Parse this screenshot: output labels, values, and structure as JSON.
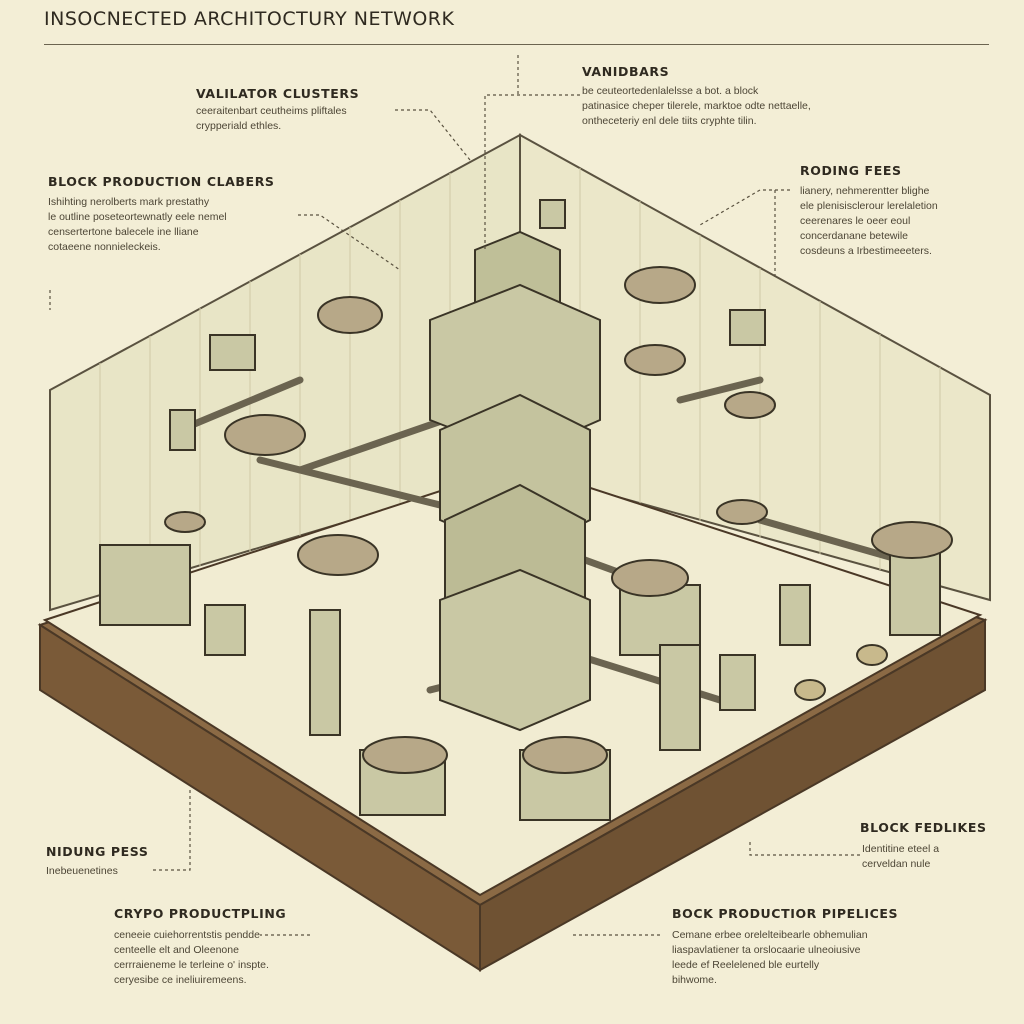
{
  "title": "INSOCNECTED ARCHITOCTURY NETWORK",
  "labels": {
    "validator": {
      "heading": "VALILATOR CLUSTERS",
      "lines": [
        "ceeraitenbart ceutheims pliftales",
        "crypperiald ethles."
      ]
    },
    "vanidbars": {
      "heading": "VANIDBARS",
      "lines": [
        "be ceuteortedenlalelsse a bot. a block",
        "patinasice cheper tilerele, marktoe odte nettaelle,",
        "ontheceteriy enl dele tiits cryphte tilin."
      ]
    },
    "block_production": {
      "heading": "BLOCK PRODUCTION CLABERS",
      "lines": [
        "Ishihting nerolberts mark prestathy",
        "le outline poseteortewnatly eele nemel",
        "censertertone balecele ine lliane",
        "cotaeene nonnieleckeis."
      ]
    },
    "roding_fees": {
      "heading": "RODING FEES",
      "lines": [
        "lianery, nehmerentter blighe",
        "ele plenisisclerour lerelaletion",
        "ceerenares le oeer eoul",
        "concerdanane betewile",
        "cosdeuns a Irbestimeeeters."
      ]
    },
    "niding_pess": {
      "heading": "NIDUNG PESS",
      "lines": [
        "Inebeuenetines"
      ]
    },
    "block_fedlikes": {
      "heading": "BLOCK FEDLIKES",
      "lines": [
        "Identitine eteel a",
        "cerveldan nule"
      ]
    },
    "crypto": {
      "heading": "CRYPO  PRODUCTPLING",
      "lines": [
        "ceneeie cuiehorrentstis pendde",
        "centeelle elt and Oleenone",
        "cerrraieneme le terleine o' inspte.",
        "ceryesibe ce ineliuiremeens."
      ]
    },
    "bock_pipelices": {
      "heading": "BOCK PRODUCTIOR PIPELICES",
      "lines": [
        "Cemane erbee orelelteibearle obhemulian",
        "liaspavlatiener ta orslocaarie ulneoiusive",
        "leede ef Reelelened ble eurtelly",
        "bihwome."
      ]
    }
  },
  "colors": {
    "paper": "#f3eed6",
    "ink": "#3a3426",
    "block": "#c9c8a4",
    "earth": "#8b6a45"
  }
}
